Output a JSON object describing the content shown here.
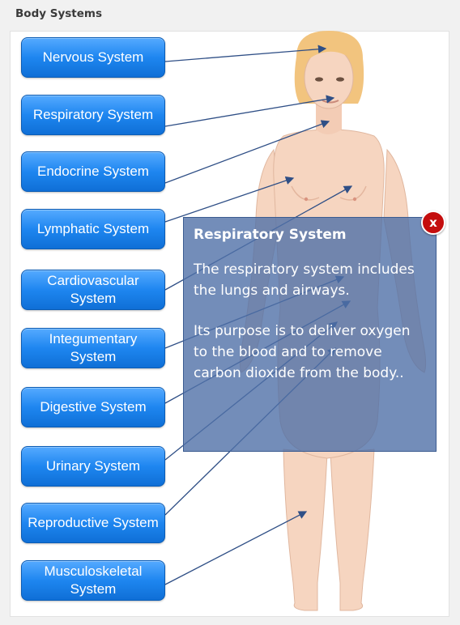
{
  "page": {
    "title": "Body Systems"
  },
  "systems": [
    {
      "id": "nervous",
      "label": "Nervous System"
    },
    {
      "id": "respiratory",
      "label": "Respiratory System"
    },
    {
      "id": "endocrine",
      "label": "Endocrine System"
    },
    {
      "id": "lymphatic",
      "label": "Lymphatic System"
    },
    {
      "id": "cardiovascular",
      "label": "Cardiovascular System"
    },
    {
      "id": "integumentary",
      "label": "Integumentary System"
    },
    {
      "id": "digestive",
      "label": "Digestive System"
    },
    {
      "id": "urinary",
      "label": "Urinary System"
    },
    {
      "id": "reproductive",
      "label": "Reproductive System"
    },
    {
      "id": "musculoskeletal",
      "label": "Musculoskeletal System"
    }
  ],
  "popup": {
    "title": "Respiratory System",
    "paragraph1": "The respiratory system includes the lungs and airways.",
    "paragraph2": "Its purpose is to deliver oxygen to the blood and to remove carbon dioxide from the body..",
    "close_label": "x"
  },
  "colors": {
    "button_blue": "#1e86f0",
    "popup_bg": "#5071a8",
    "close_red": "#c40d0d",
    "skin": "#f6d5c0",
    "hair": "#f2c47e",
    "arrow": "#2f4f86"
  },
  "icons": {
    "close": "close-icon"
  }
}
